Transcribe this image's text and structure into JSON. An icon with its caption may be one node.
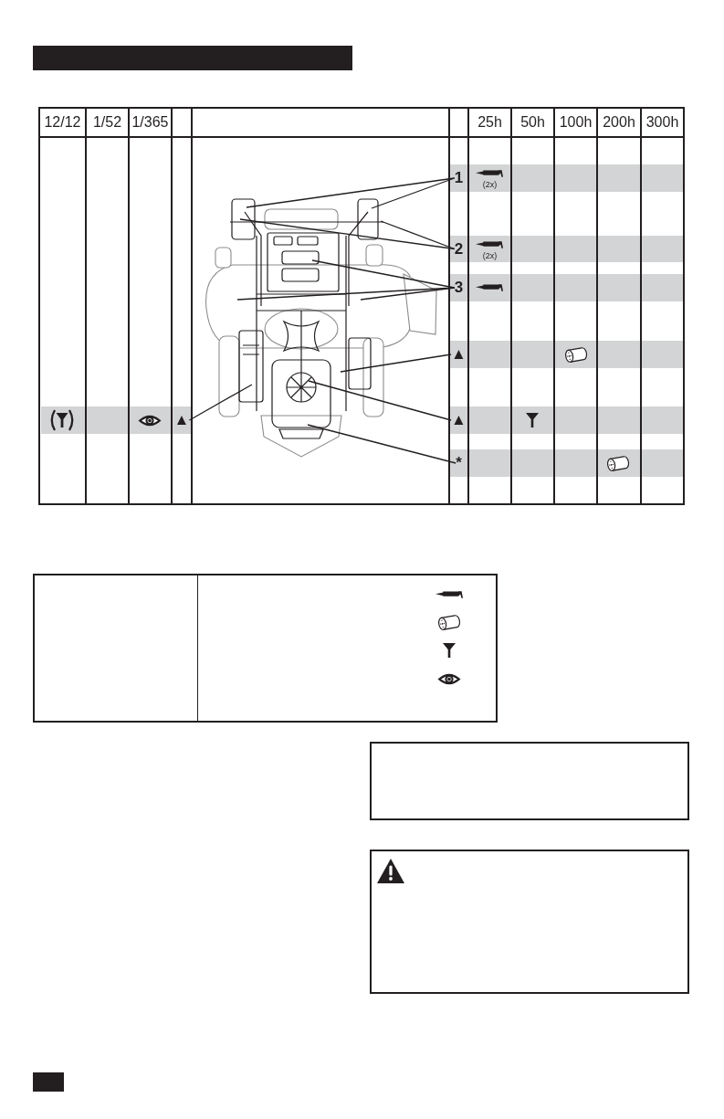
{
  "diagram": {
    "nodes": [
      {
        "text": [],
        "shape": "bar"
      },
      {
        "text": [
          "1"
        ]
      },
      {
        "text": [
          "2"
        ]
      },
      {
        "text": [
          "3"
        ]
      },
      {
        "text": [
          "▲"
        ]
      },
      {
        "text": [
          "▲"
        ]
      },
      {
        "text": [
          "▲"
        ]
      },
      {
        "text": [
          "*"
        ]
      },
      {
        "text": [],
        "shape": "box"
      },
      {
        "text": [],
        "shape": "box"
      },
      {
        "text": [],
        "shape": "bar"
      }
    ],
    "edges": [
      {
        "from": 1,
        "to": null,
        "arrow": "none"
      },
      {
        "from": 1,
        "to": null,
        "arrow": "none"
      },
      {
        "from": 2,
        "to": null,
        "arrow": "none"
      },
      {
        "from": 2,
        "to": null,
        "arrow": "none"
      },
      {
        "from": 3,
        "to": null,
        "arrow": "none"
      },
      {
        "from": 3,
        "to": null,
        "arrow": "none"
      },
      {
        "from": 3,
        "to": null,
        "arrow": "none"
      },
      {
        "from": 4,
        "to": null,
        "arrow": "none"
      },
      {
        "from": 5,
        "to": null,
        "arrow": "none"
      },
      {
        "from": 6,
        "to": null,
        "arrow": "none"
      },
      {
        "from": 7,
        "to": null,
        "arrow": "none"
      }
    ],
    "labels": [
      "12/12",
      "1/52",
      "1/365",
      "25h",
      "50h",
      "100h",
      "200h",
      "300h",
      "(2x)",
      "(2x)"
    ]
  }
}
